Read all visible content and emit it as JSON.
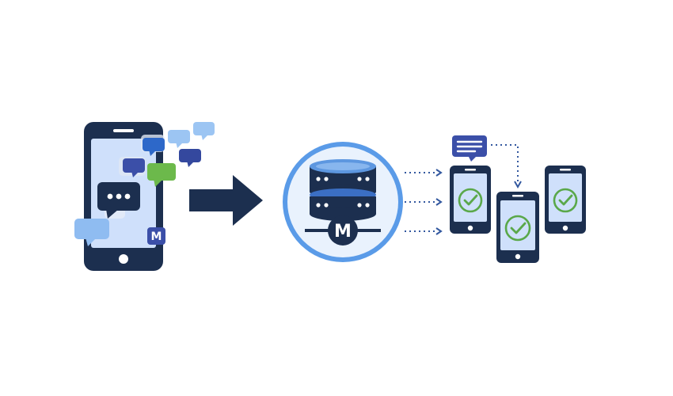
{
  "colors": {
    "background": "#ffffff",
    "navy": "#1c2f4f",
    "phone_screen": "#cfe0fb",
    "light_blue_bubble": "#8fbcf1",
    "mid_blue_bubble": "#2d68c9",
    "indigo_bubble": "#3b4fa8",
    "green_bubble": "#6cb94b",
    "check_green": "#5aa84a",
    "server_ring": "#5a9be8",
    "server_disc": "#e9f2fd",
    "dotted_arrow": "#33589f"
  },
  "diagram": {
    "source_device": {
      "icon": "smartphone-with-chat-bubbles",
      "badge_letter": "M"
    },
    "flow_arrow": {
      "icon": "arrow-right"
    },
    "server": {
      "icon": "database-server",
      "badge_letter": "M"
    },
    "delivery": {
      "notification_icon": "message-notification",
      "recipient_devices": [
        {
          "icon": "smartphone-checkmark"
        },
        {
          "icon": "smartphone-checkmark"
        },
        {
          "icon": "smartphone-checkmark"
        }
      ]
    }
  }
}
